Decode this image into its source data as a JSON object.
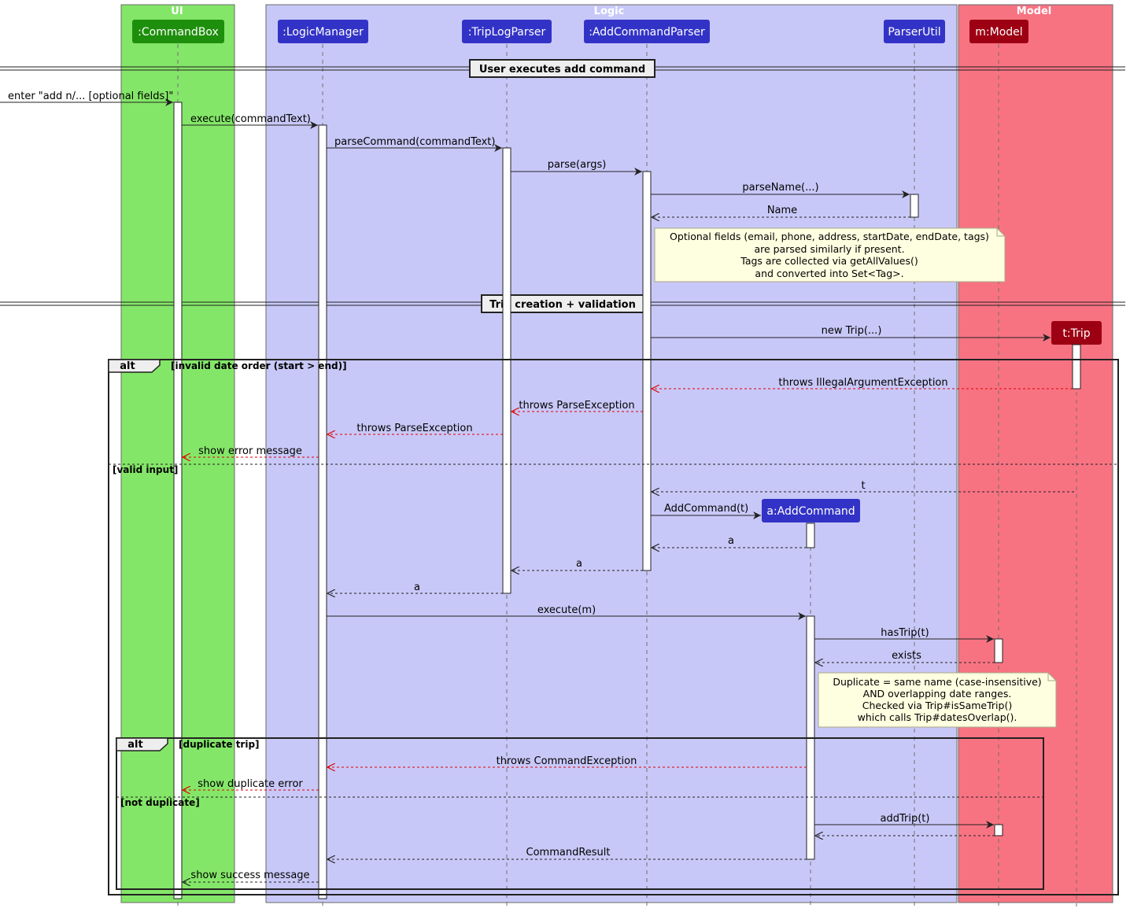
{
  "boxes": {
    "ui": {
      "title": "UI",
      "color": "#84e668"
    },
    "logic": {
      "title": "Logic",
      "color": "#c8c8f8"
    },
    "model": {
      "title": "Model",
      "color": "#f87382"
    }
  },
  "participants": {
    "commandbox": {
      "label": ":CommandBox",
      "color": "#1e8f0c"
    },
    "logicmanager": {
      "label": ":LogicManager",
      "color": "#3233c6"
    },
    "triplogparser": {
      "label": ":TripLogParser",
      "color": "#3233c6"
    },
    "addcommandparser": {
      "label": ":AddCommandParser",
      "color": "#3233c6"
    },
    "parserutil": {
      "label": "ParserUtil",
      "color": "#3233c6"
    },
    "model": {
      "label": "m:Model",
      "color": "#9d0012"
    },
    "trip": {
      "label": "t:Trip",
      "color": "#9d0012"
    },
    "addcommand": {
      "label": "a:AddCommand",
      "color": "#3233c6"
    }
  },
  "dividers": {
    "d1": "User executes add command",
    "d2": "Trip creation + validation"
  },
  "messages": {
    "m1": "enter \"add n/... [optional fields]\"",
    "m2": "execute(commandText)",
    "m3": "parseCommand(commandText)",
    "m4": "parse(args)",
    "m5": "parseName(...)",
    "m6": "Name",
    "m7": "new Trip(...)",
    "m8": "throws IllegalArgumentException",
    "m9": "throws ParseException",
    "m10": "throws ParseException",
    "m11": "show error message",
    "m12": "t",
    "m13": "AddCommand(t)",
    "m14": "a",
    "m15": "a",
    "m16": "a",
    "m17": "execute(m)",
    "m18": "hasTrip(t)",
    "m19": "exists",
    "m20": "throws CommandException",
    "m21": "show duplicate error",
    "m22": "addTrip(t)",
    "m23": "CommandResult",
    "m24": "show success message"
  },
  "notes": {
    "n1": [
      "Optional fields (email, phone, address, startDate, endDate, tags)",
      "are parsed similarly if present.",
      "Tags are collected via getAllValues()",
      "and converted into Set<Tag>."
    ],
    "n2": [
      "Duplicate = same name (case-insensitive)",
      "AND overlapping date ranges.",
      "Checked via Trip#isSameTrip()",
      "which calls Trip#datesOverlap()."
    ]
  },
  "fragments": {
    "outer": {
      "keyword": "alt",
      "guard1": "[invalid date order (start > end)]",
      "guard2": "[valid input]"
    },
    "inner": {
      "keyword": "alt",
      "guard1": "[duplicate trip]",
      "guard2": "[not duplicate]"
    }
  },
  "colors": {
    "error_arrow": "#ff0000",
    "note_fill": "#fefee0",
    "note_border": "#a8a888"
  }
}
